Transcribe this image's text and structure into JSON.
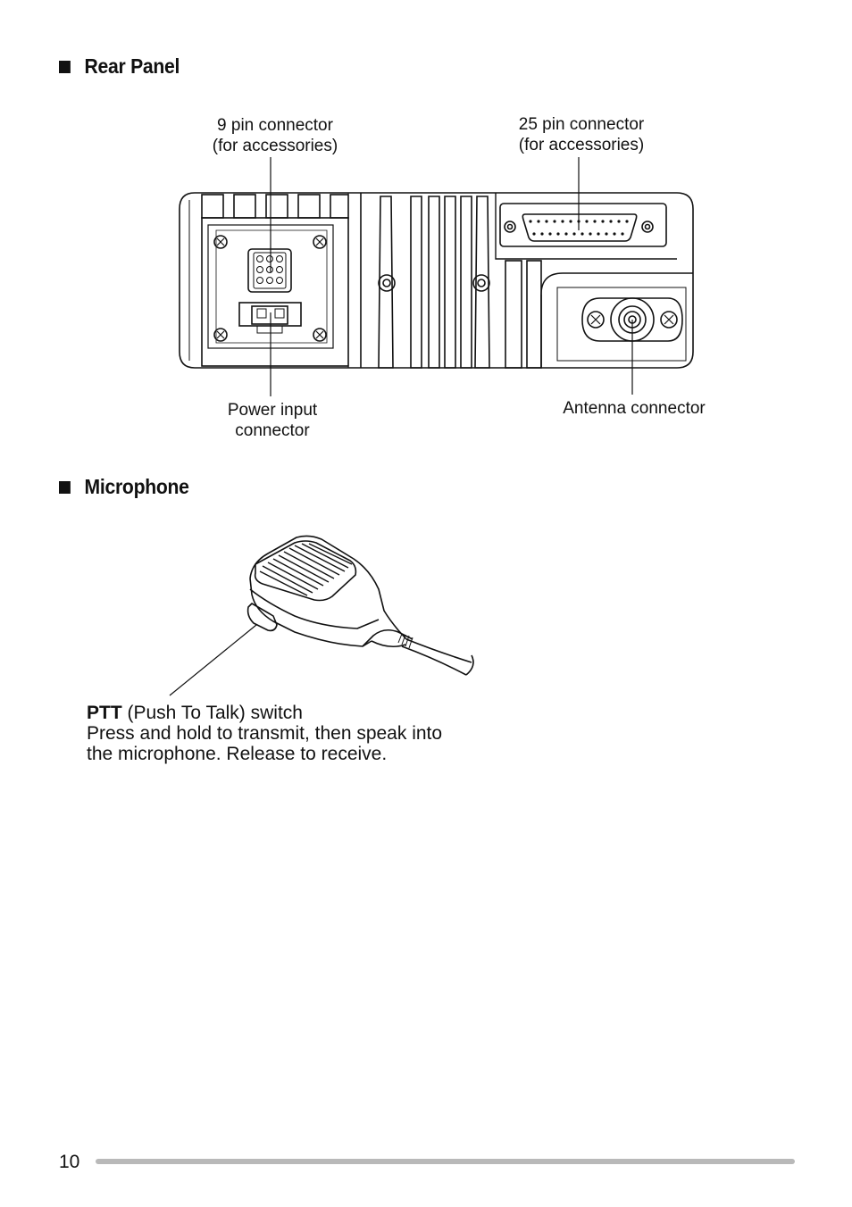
{
  "sections": {
    "rear_panel": {
      "title": "Rear Panel"
    },
    "microphone": {
      "title": "Microphone"
    }
  },
  "rear_panel_labels": {
    "nine_pin": {
      "line1": "9 pin connector",
      "line2": "(for accessories)"
    },
    "twentyfive_pin": {
      "line1": "25 pin connector",
      "line2": "(for accessories)"
    },
    "power_input": {
      "line1": "Power input",
      "line2": "connector"
    },
    "antenna": {
      "line1": "Antenna connector"
    }
  },
  "microphone_caption": {
    "ptt_bold": "PTT",
    "ptt_rest": " (Push To Talk) switch",
    "line2": "Press and hold to transmit, then speak into",
    "line3": "the microphone.  Release to receive."
  },
  "footer": {
    "page_number": "10",
    "bar_color": "#b9b9b9"
  }
}
